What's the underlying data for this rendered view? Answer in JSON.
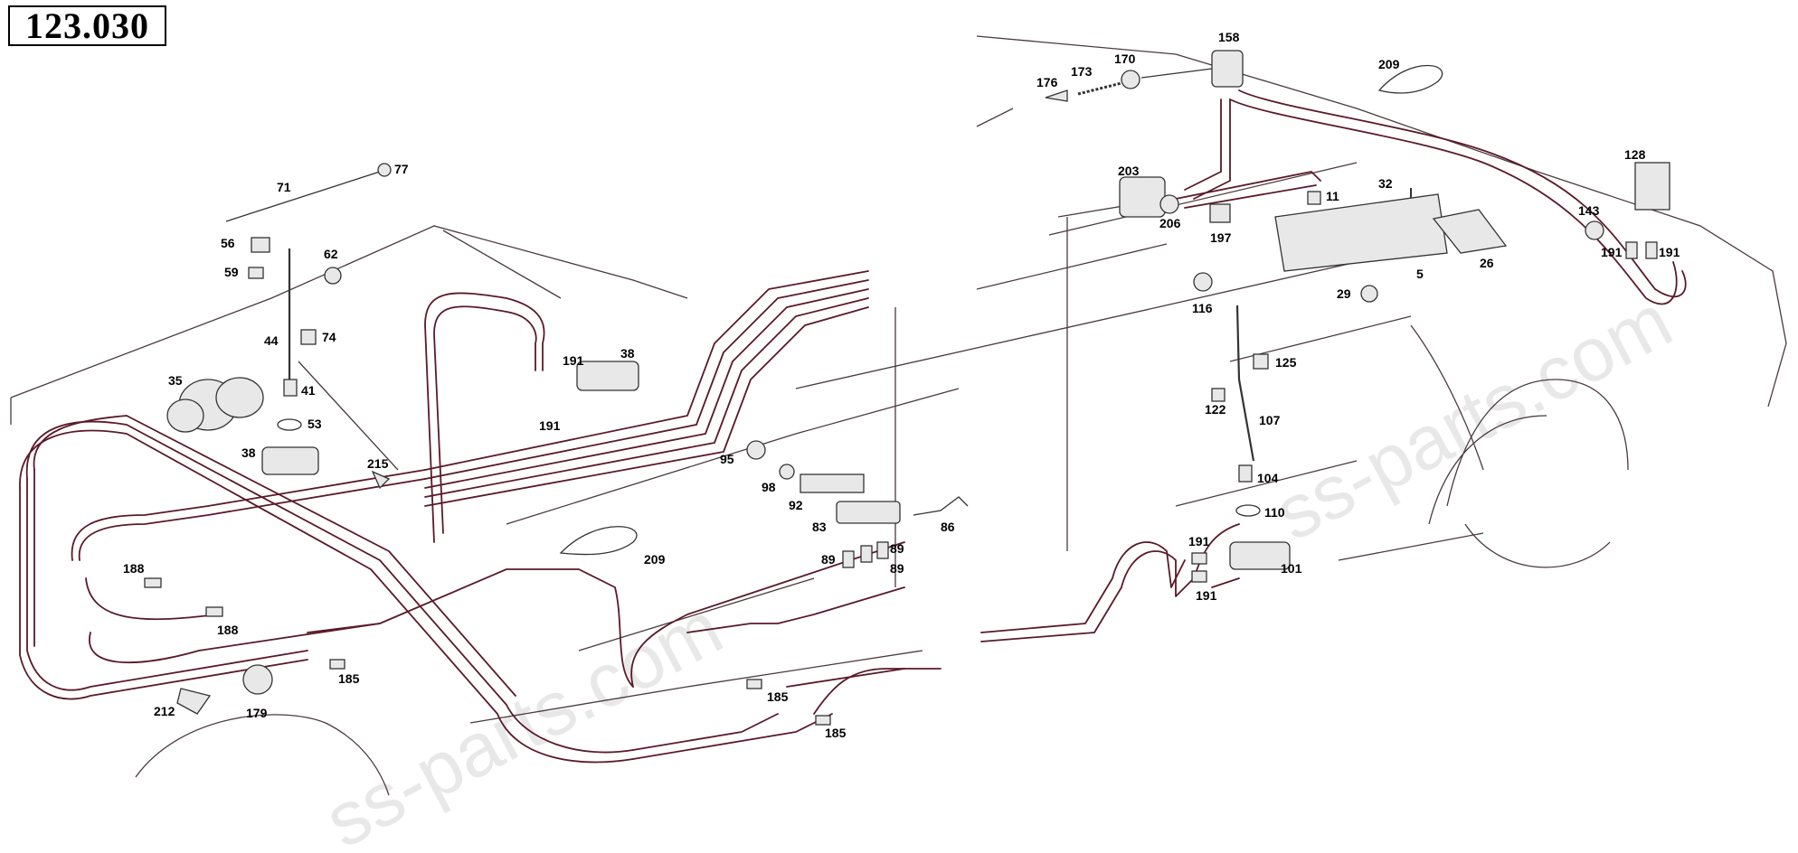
{
  "diagram": {
    "title": "123.030",
    "watermark": "ss-parts.com",
    "colors": {
      "line": "#5a1a2a",
      "part": "#3a3a3a",
      "text": "#000000",
      "accent": "#c0203a"
    },
    "callouts": [
      {
        "id": "71",
        "label": "71"
      },
      {
        "id": "77",
        "label": "77"
      },
      {
        "id": "56",
        "label": "56"
      },
      {
        "id": "59",
        "label": "59"
      },
      {
        "id": "62",
        "label": "62"
      },
      {
        "id": "44",
        "label": "44"
      },
      {
        "id": "74",
        "label": "74"
      },
      {
        "id": "35",
        "label": "35"
      },
      {
        "id": "41",
        "label": "41"
      },
      {
        "id": "53",
        "label": "53"
      },
      {
        "id": "38a",
        "label": "38"
      },
      {
        "id": "215",
        "label": "215"
      },
      {
        "id": "191a",
        "label": "191"
      },
      {
        "id": "38b",
        "label": "38"
      },
      {
        "id": "191b",
        "label": "191"
      },
      {
        "id": "188a",
        "label": "188"
      },
      {
        "id": "188b",
        "label": "188"
      },
      {
        "id": "185a",
        "label": "185"
      },
      {
        "id": "212",
        "label": "212"
      },
      {
        "id": "179",
        "label": "179"
      },
      {
        "id": "209a",
        "label": "209"
      },
      {
        "id": "95",
        "label": "95"
      },
      {
        "id": "98",
        "label": "98"
      },
      {
        "id": "92",
        "label": "92"
      },
      {
        "id": "83",
        "label": "83"
      },
      {
        "id": "86",
        "label": "86"
      },
      {
        "id": "89a",
        "label": "89"
      },
      {
        "id": "89b",
        "label": "89"
      },
      {
        "id": "89c",
        "label": "89"
      },
      {
        "id": "185b",
        "label": "185"
      },
      {
        "id": "185c",
        "label": "185"
      },
      {
        "id": "176",
        "label": "176"
      },
      {
        "id": "173",
        "label": "173"
      },
      {
        "id": "170",
        "label": "170"
      },
      {
        "id": "158",
        "label": "158"
      },
      {
        "id": "209b",
        "label": "209"
      },
      {
        "id": "128",
        "label": "128"
      },
      {
        "id": "203",
        "label": "203"
      },
      {
        "id": "206",
        "label": "206"
      },
      {
        "id": "11",
        "label": "11"
      },
      {
        "id": "32",
        "label": "32"
      },
      {
        "id": "197",
        "label": "197"
      },
      {
        "id": "5",
        "label": "5"
      },
      {
        "id": "26",
        "label": "26"
      },
      {
        "id": "143",
        "label": "143"
      },
      {
        "id": "191c",
        "label": "191"
      },
      {
        "id": "191d",
        "label": "191"
      },
      {
        "id": "116",
        "label": "116"
      },
      {
        "id": "29",
        "label": "29"
      },
      {
        "id": "125",
        "label": "125"
      },
      {
        "id": "122",
        "label": "122"
      },
      {
        "id": "107",
        "label": "107"
      },
      {
        "id": "104",
        "label": "104"
      },
      {
        "id": "110",
        "label": "110"
      },
      {
        "id": "191e",
        "label": "191"
      },
      {
        "id": "101",
        "label": "101"
      },
      {
        "id": "191f",
        "label": "191"
      }
    ]
  }
}
